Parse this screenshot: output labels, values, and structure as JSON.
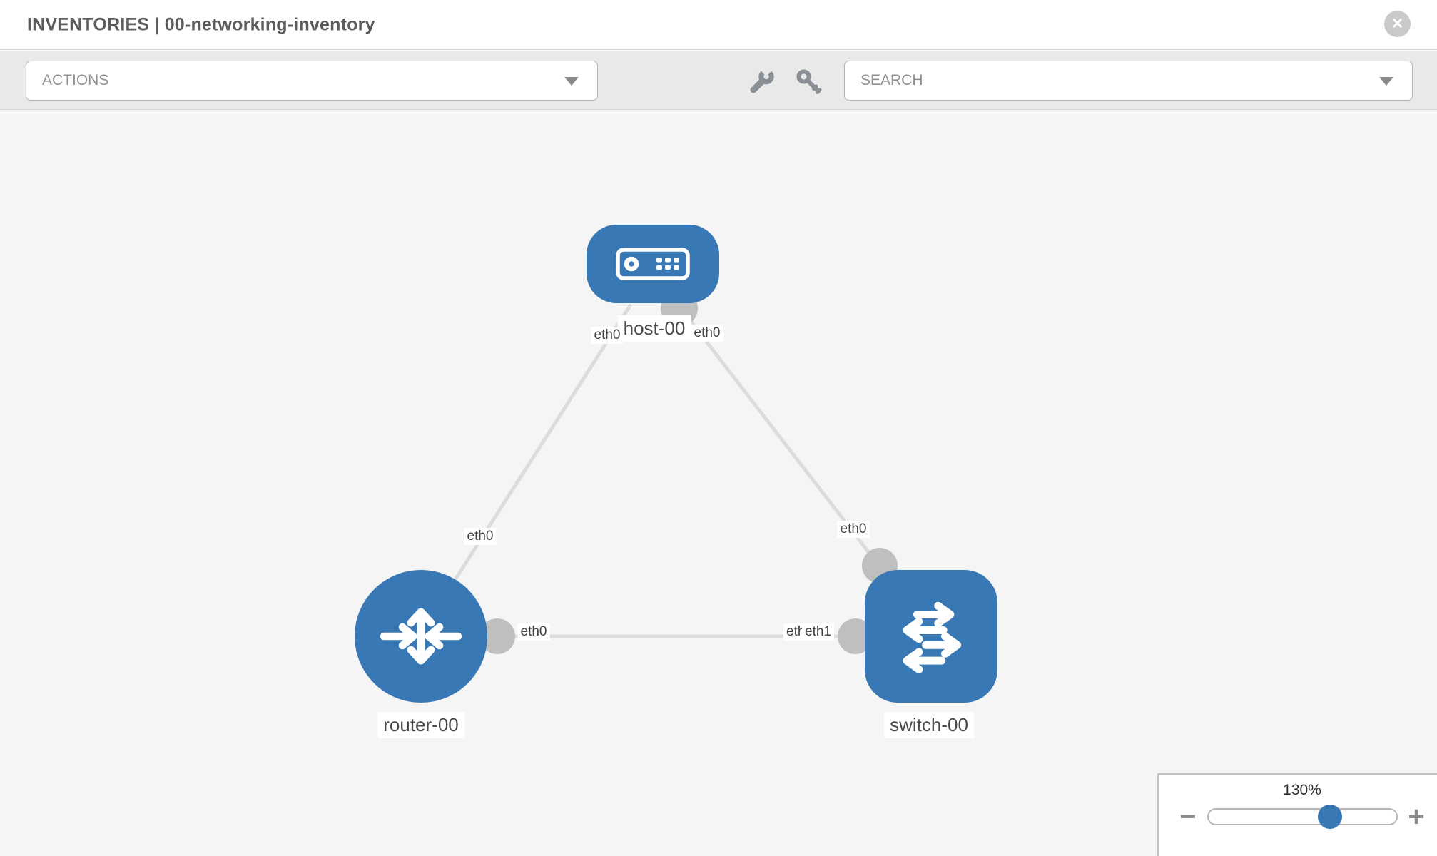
{
  "header": {
    "title": "INVENTORIES | 00-networking-inventory",
    "close_icon": "✕"
  },
  "toolbar": {
    "actions_label": "ACTIONS",
    "search_label": "SEARCH",
    "icons": {
      "wrench": "wrench-icon",
      "key": "key-icon"
    }
  },
  "topology": {
    "nodes": [
      {
        "id": "host-00",
        "type": "host",
        "label": "host-00"
      },
      {
        "id": "router-00",
        "type": "router",
        "label": "router-00"
      },
      {
        "id": "switch-00",
        "type": "switch",
        "label": "switch-00"
      }
    ],
    "links": [
      {
        "from": "host-00",
        "to": "router-00",
        "from_interface": "eth0",
        "to_interface": "eth0"
      },
      {
        "from": "host-00",
        "to": "switch-00",
        "from_interface": "eth0",
        "to_interface": "eth0"
      },
      {
        "from": "router-00",
        "to": "switch-00",
        "from_interface": "eth0",
        "to_interface": "eth1",
        "to_interface_overlapped": "eth0"
      }
    ]
  },
  "zoom_control": {
    "level": "130%",
    "minus_icon": "−",
    "plus_icon": "+"
  },
  "colors": {
    "node_blue": "#3878b4",
    "link_gray": "#dcdcdc",
    "connector_gray": "#bfbfbf",
    "toolbar_bg": "#e9e9e9",
    "canvas_bg": "#f5f5f5"
  }
}
